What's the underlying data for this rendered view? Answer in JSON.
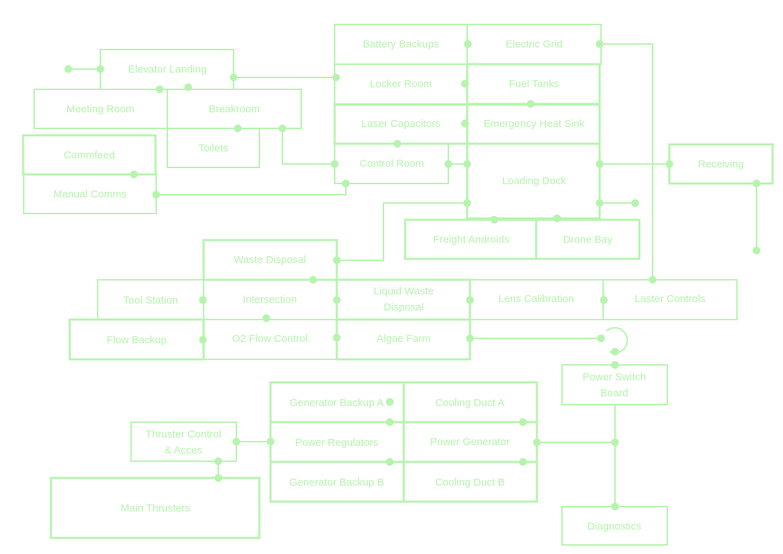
{
  "colors": {
    "line": "#b6f4ae",
    "text": "#b6f4ae",
    "background": "#ffffff"
  },
  "rooms": {
    "battery_backups": "Battery Backups",
    "electric_grid": "Electric Grid",
    "elevator_landing": "Elevator Landing",
    "locker_room": "Locker Room",
    "fuel_tanks": "Fuel Tanks",
    "meeting_room": "Meeting Room",
    "breakroom": "Breakroom",
    "laser_capacitors": "Laser Capacitors",
    "emergency_heat_sink": "Emergency Heat Sink",
    "commfeed": "Commfeed",
    "toilets": "Toilets",
    "control_room": "Control Room",
    "loading_dock": "Loading Dock",
    "receiving": "Receiving",
    "manual_comms": "Manual Comms",
    "freight_androids": "Freight Androids",
    "drone_bay": "Drone Bay",
    "waste_disposal": "Waste Disposal",
    "tool_station": "Tool Station",
    "intersection": "Intersection",
    "liquid_waste_disposal_1": "Liquid Waste",
    "liquid_waste_disposal_2": "Disposal",
    "lens_calibration": "Lens Calibration",
    "laster_controls": "Laster Controls",
    "flow_backup": "Flow Backup",
    "o2_flow_control": "O2 Flow Control",
    "algae_farm": "Algae Farm",
    "power_switch_board_1": "Power Switch",
    "power_switch_board_2": "Board",
    "generator_backup_a": "Generator Backup A",
    "cooling_duct_a": "Cooling Duct A",
    "thruster_control_1": "Thruster Control",
    "thruster_control_2": "& Acces",
    "power_regulators": "Power Regulators",
    "power_generator": "Power Generator",
    "generator_backup_b": "Generator Backup B",
    "cooling_duct_b": "Cooling Duct B",
    "main_thrusters": "Main Thrusters",
    "diagnostics": "Diagnostics"
  }
}
